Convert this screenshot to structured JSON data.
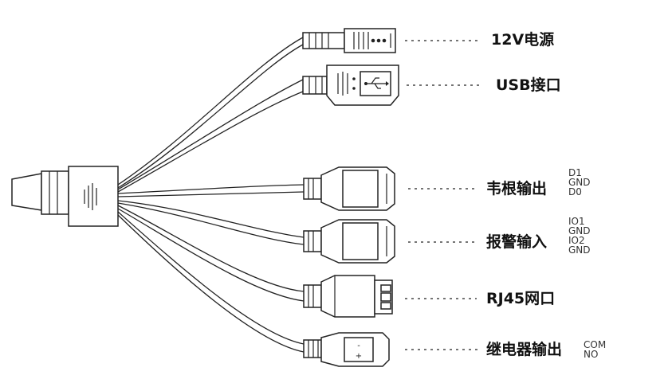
{
  "connectors": [
    {
      "id": "power",
      "label": "12V电源",
      "pins": []
    },
    {
      "id": "usb",
      "label": "USB接口",
      "pins": []
    },
    {
      "id": "wiegand",
      "label": "韦根输出",
      "pins": [
        "D1",
        "GND",
        "D0"
      ]
    },
    {
      "id": "alarm",
      "label": "报警输入",
      "pins": [
        "IO1",
        "GND",
        "IO2",
        "GND"
      ]
    },
    {
      "id": "rj45",
      "label": "RJ45网口",
      "pins": []
    },
    {
      "id": "relay",
      "label": "继电器输出",
      "pins": [
        "COM",
        "NO"
      ]
    }
  ],
  "icons": {
    "usb_symbol": "usb-icon",
    "relay_polarity": [
      "-",
      "+"
    ]
  }
}
